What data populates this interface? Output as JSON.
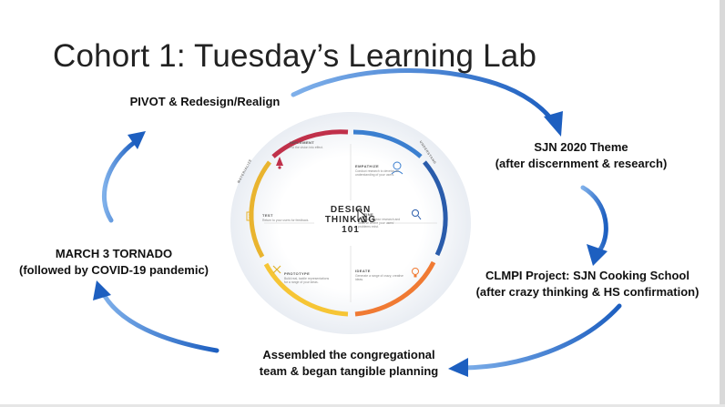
{
  "slide": {
    "title": "Cohort 1: Tuesday’s Learning Lab"
  },
  "cycle": {
    "pivot": "PIVOT & Redesign/Realign",
    "theme_line1": "SJN 2020 Theme",
    "theme_line2": "(after discernment & research)",
    "clmpi_line1": "CLMPI Project: SJN Cooking School",
    "clmpi_line2": "(after crazy thinking & HS confirmation)",
    "team_line1": "Assembled the congregational",
    "team_line2": "team & began tangible planning",
    "tornado_line1": "MARCH 3 TORNADO",
    "tornado_line2": "(followed by COVID-19 pandemic)"
  },
  "design_thinking": {
    "center_line1": "DESIGN",
    "center_line2": "THINKING",
    "center_line3": "101",
    "phases": {
      "understand": "UNDERSTAND",
      "materialize": "MATERIALIZE"
    },
    "steps": {
      "implement": {
        "title": "IMPLEMENT",
        "desc": "Put the vision into effect."
      },
      "empathize": {
        "title": "EMPATHIZE",
        "desc": "Conduct research to develop an understanding of your users."
      },
      "define": {
        "title": "DEFINE",
        "desc": "Combine all your research and observe where your users' problems exist."
      },
      "ideate": {
        "title": "IDEATE",
        "desc": "Generate a range of crazy, creative ideas."
      },
      "prototype": {
        "title": "PROTOTYPE",
        "desc": "Build real, tactile representations for a range of your ideas."
      },
      "test": {
        "title": "TEST",
        "desc": "Return to your users for feedback."
      }
    },
    "colors": {
      "implement": "#c0304a",
      "empathize": "#3b7fd0",
      "define": "#2a5cab",
      "ideate": "#f07a33",
      "prototype": "#f6c535",
      "test": "#e9b42f"
    }
  },
  "arrow_color": "#2f6fc4"
}
